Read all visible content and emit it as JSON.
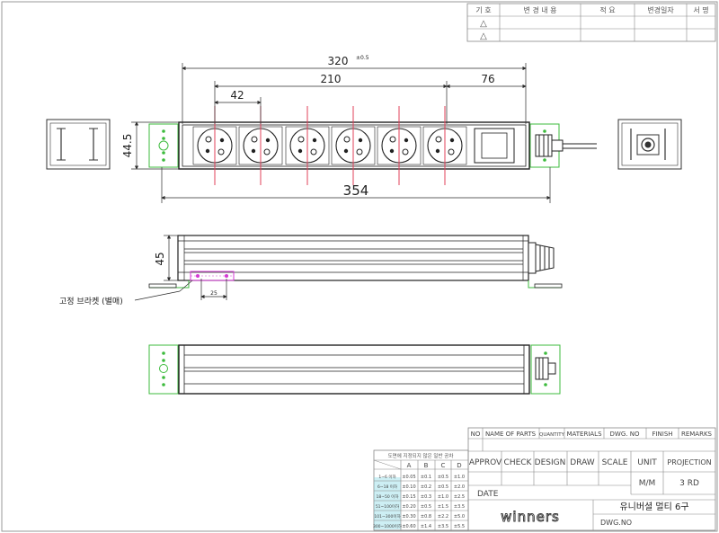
{
  "revision_table": {
    "headers": [
      "기 호",
      "변 경 내 용",
      "적 요",
      "변경일자",
      "서 명"
    ],
    "row_symbol": "△"
  },
  "dimensions": {
    "overall_top": "320",
    "overall_top_tol": "±0.5",
    "span_210": "210",
    "pitch_42": "42",
    "right_76": "76",
    "height_44_5": "44.5",
    "overall_354": "354",
    "height_45": "45",
    "bracket_25": "25"
  },
  "annotation": {
    "bracket_label": "고정 브라켓 (별매)"
  },
  "tolerance_table": {
    "title": "도면에 지정되지 않은 일반 공차",
    "columns": [
      "A",
      "B",
      "C",
      "D"
    ],
    "rows": [
      {
        "range": "1~6 이하",
        "values": [
          "±0.05",
          "±0.1",
          "±0.5",
          "±1.0"
        ]
      },
      {
        "range": "6~18 이하",
        "values": [
          "±0.10",
          "±0.2",
          "±0.5",
          "±2.0"
        ]
      },
      {
        "range": "18~50 이하",
        "values": [
          "±0.15",
          "±0.3",
          "±1.0",
          "±2.5"
        ]
      },
      {
        "range": "51~100이하",
        "values": [
          "±0.20",
          "±0.5",
          "±1.5",
          "±3.5"
        ]
      },
      {
        "range": "101~300이하",
        "values": [
          "±0.30",
          "±0.8",
          "±2.2",
          "±5.0"
        ]
      },
      {
        "range": "300~1000이하",
        "values": [
          "±0.60",
          "±1.4",
          "±3.5",
          "±5.5"
        ]
      }
    ]
  },
  "title_block": {
    "parts_header": [
      "NO",
      "NAME OF PARTS",
      "QUANTITY",
      "MATERIALS",
      "DWG. NO",
      "FINISH",
      "REMARKS"
    ],
    "approv": "APPROV",
    "check": "CHECK",
    "design": "DESIGN",
    "draw": "DRAW",
    "scale": "SCALE",
    "unit": "UNIT",
    "projection": "PROJECTION",
    "unit_value": "M/M",
    "projection_value": "3 RD",
    "date": "DATE",
    "logo": "winners",
    "title": "유니버셜 멀티 6구",
    "dwg_no": "DWG.NO"
  },
  "colors": {
    "line": "#333333",
    "dim": "#2b2b2b",
    "centerline": "#e0405a",
    "bracket": "#3dbb3d",
    "magenta": "#d43ad4",
    "frame": "#9a9a9a",
    "tol_highlight": "#6fd0e0"
  }
}
